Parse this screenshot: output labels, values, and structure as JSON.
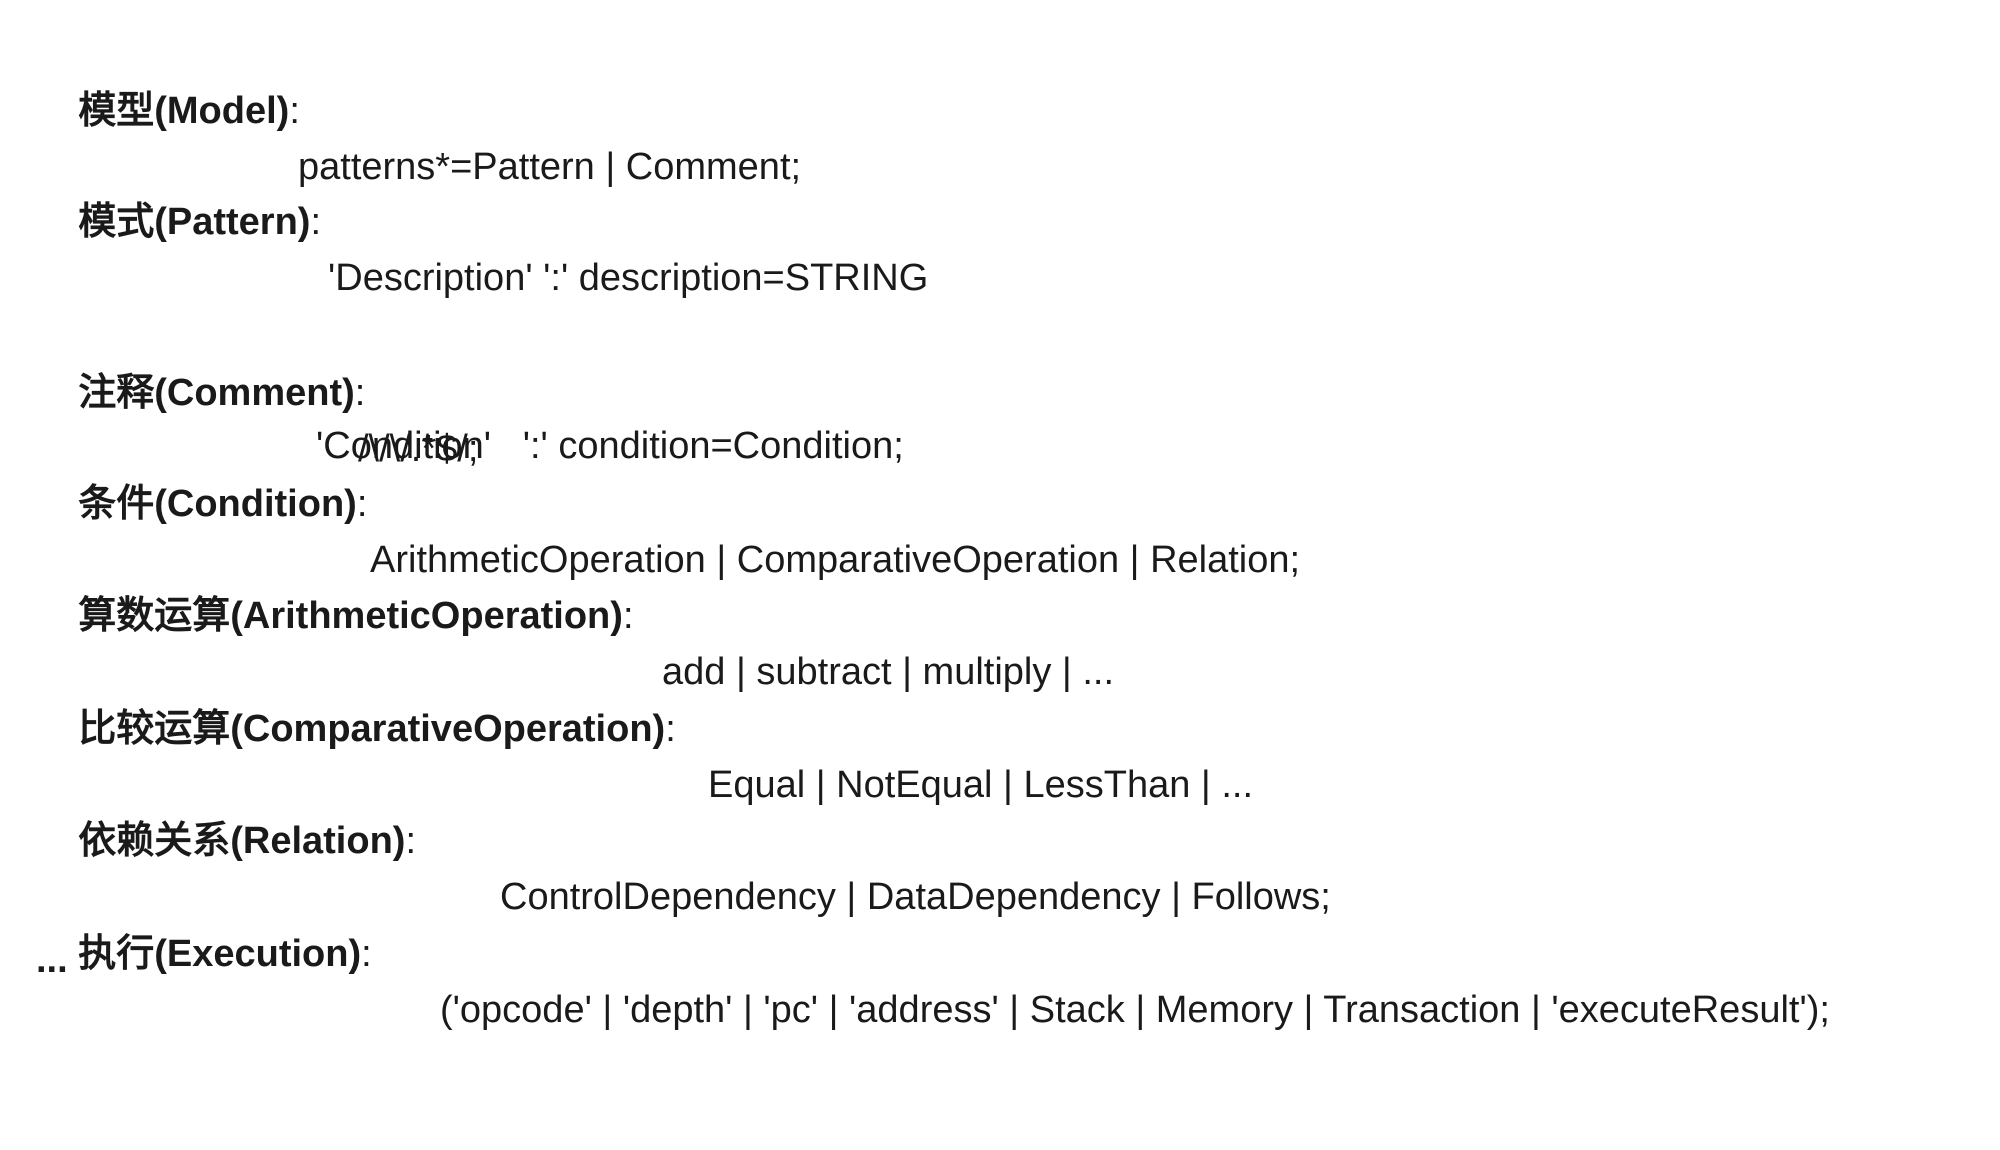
{
  "rules": [
    {
      "name": "模型(Model)",
      "sep": ":",
      "lines": [
        "patterns*=Pattern | Comment;"
      ]
    },
    {
      "name": "模式(Pattern)",
      "sep": ":",
      "lines": [
        "'Description' ':' description=STRING",
        "'Condition'   ':' condition=Condition;"
      ]
    },
    {
      "name": "注释(Comment)",
      "sep": ":",
      "lines": [
        "/\\/\\/.*$/;"
      ]
    },
    {
      "name": "条件(Condition)",
      "sep": ":",
      "lines": [
        "ArithmeticOperation | ComparativeOperation | Relation;"
      ]
    },
    {
      "name": "算数运算(ArithmeticOperation)",
      "sep": ":",
      "lines": [
        "add | subtract | multiply | ..."
      ]
    },
    {
      "name": "比较运算(ComparativeOperation)",
      "sep": ":",
      "lines": [
        "Equal | NotEqual | LessThan | ..."
      ]
    },
    {
      "name": "依赖关系(Relation)",
      "sep": ":",
      "lines": [
        "ControlDependency | DataDependency | Follows;"
      ]
    },
    {
      "name": "执行(Execution)",
      "sep": ":",
      "lines": [
        "('opcode' | 'depth' | 'pc' | 'address' | Stack | Memory | Transaction | 'executeResult');"
      ]
    }
  ],
  "trailing": "..."
}
